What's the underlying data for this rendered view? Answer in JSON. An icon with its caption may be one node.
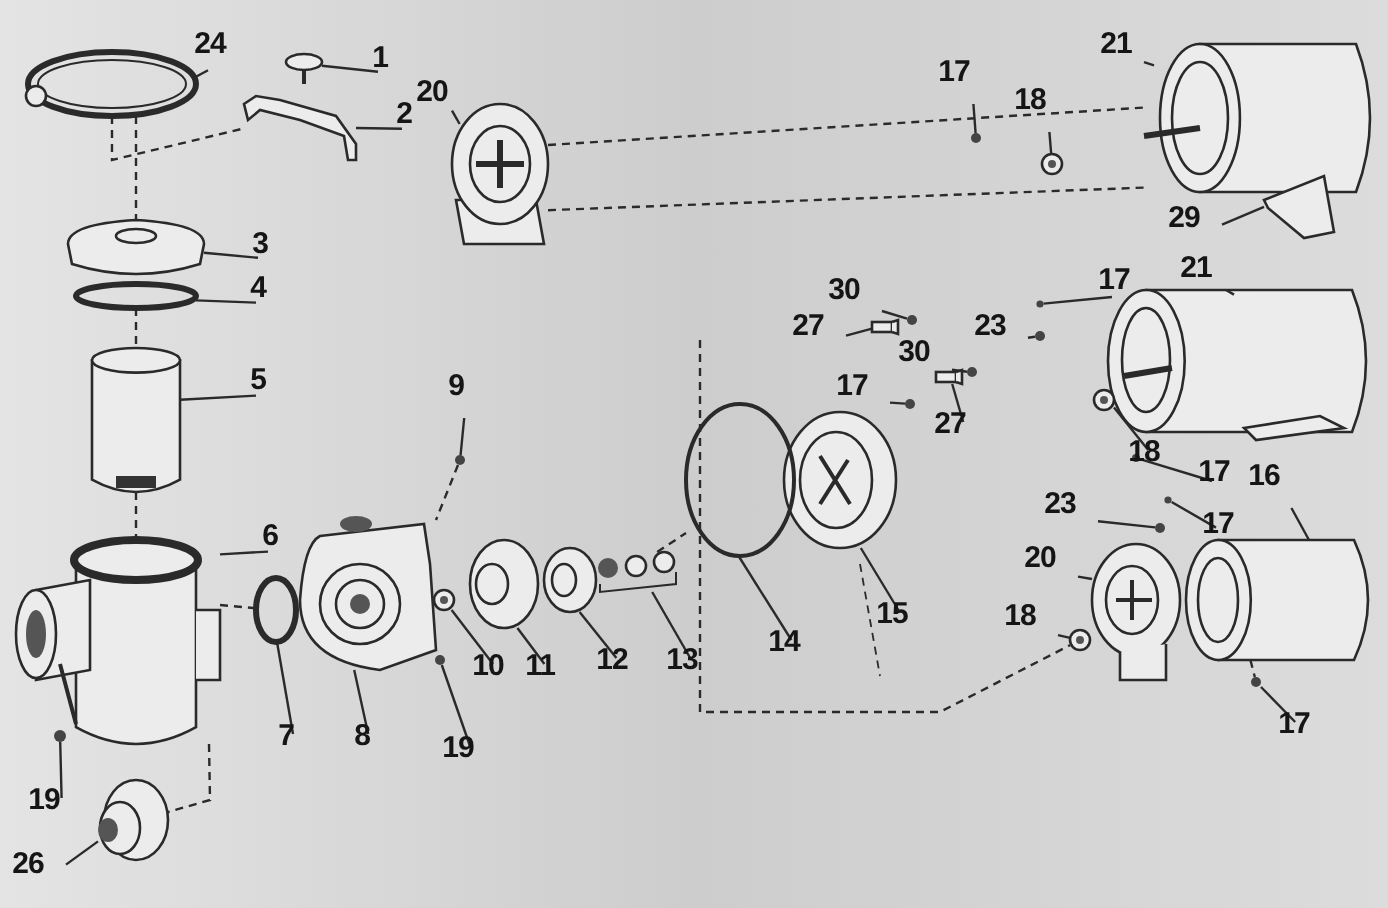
{
  "diagram": {
    "nodes": [
      {
        "text": [
          "21"
        ]
      },
      {
        "text": [
          "24"
        ]
      },
      {
        "text": [
          "1"
        ]
      },
      {
        "text": [
          "17"
        ]
      },
      {
        "text": [
          "20"
        ]
      },
      {
        "text": [
          "18"
        ]
      },
      {
        "text": [
          "2"
        ]
      },
      {
        "text": [
          "29"
        ]
      },
      {
        "text": [
          "3"
        ]
      },
      {
        "text": [
          "21"
        ]
      },
      {
        "text": [
          "17"
        ]
      },
      {
        "text": [
          "4"
        ]
      },
      {
        "text": [
          "30"
        ]
      },
      {
        "text": [
          "27"
        ]
      },
      {
        "text": [
          "23"
        ]
      },
      {
        "text": [
          "30"
        ]
      },
      {
        "text": [
          "5"
        ]
      },
      {
        "text": [
          "9"
        ]
      },
      {
        "text": [
          "17"
        ]
      },
      {
        "text": [
          "27"
        ]
      },
      {
        "text": [
          "18"
        ]
      },
      {
        "text": [
          "17"
        ]
      },
      {
        "text": [
          "16"
        ]
      },
      {
        "text": [
          "23"
        ]
      },
      {
        "text": [
          "17"
        ]
      },
      {
        "text": [
          "6"
        ]
      },
      {
        "text": [
          "20"
        ]
      },
      {
        "text": [
          "15"
        ]
      },
      {
        "text": [
          "18"
        ]
      },
      {
        "text": [
          "14"
        ]
      },
      {
        "text": [
          "12"
        ]
      },
      {
        "text": [
          "13"
        ]
      },
      {
        "text": [
          "10"
        ]
      },
      {
        "text": [
          "11"
        ]
      },
      {
        "text": [
          "7"
        ]
      },
      {
        "text": [
          "8"
        ]
      },
      {
        "text": [
          "19"
        ]
      },
      {
        "text": [
          "17"
        ]
      },
      {
        "text": [
          "19"
        ]
      },
      {
        "text": [
          "26"
        ]
      },
      {
        "text": [],
        "shape": "cylinder"
      },
      {
        "text": [],
        "shape": "circle"
      },
      {
        "text": [],
        "shape": "picture"
      },
      {
        "text": [],
        "shape": "circle"
      },
      {
        "text": [],
        "shape": "picture"
      },
      {
        "text": [],
        "shape": "circle"
      },
      {
        "text": [],
        "shape": "picture"
      },
      {
        "text": [],
        "shape": "picture"
      },
      {
        "text": [],
        "shape": "picture"
      },
      {
        "text": [],
        "shape": "cylinder"
      },
      {
        "text": [],
        "shape": "circle"
      },
      {
        "text": [],
        "shape": "circle"
      },
      {
        "text": [],
        "shape": "circle"
      },
      {
        "text": [],
        "shape": "box"
      },
      {
        "text": [],
        "shape": "circle"
      },
      {
        "text": [],
        "shape": "circle"
      },
      {
        "text": [],
        "shape": "cylinder"
      },
      {
        "text": [],
        "shape": "circle"
      },
      {
        "text": [],
        "shape": "circle"
      },
      {
        "text": [],
        "shape": "box"
      },
      {
        "text": [],
        "shape": "circle"
      },
      {
        "text": [],
        "shape": "circle"
      },
      {
        "text": [],
        "shape": "cylinder"
      },
      {
        "text": [],
        "shape": "circle"
      },
      {
        "text": [],
        "shape": "circle"
      },
      {
        "text": [],
        "shape": "cylinder"
      },
      {
        "text": [],
        "shape": "picture"
      },
      {
        "text": [],
        "shape": "circle"
      },
      {
        "text": [],
        "shape": "circle"
      },
      {
        "text": [],
        "shape": "circle"
      },
      {
        "text": [],
        "shape": "circle"
      },
      {
        "text": [],
        "shape": "picture"
      },
      {
        "text": [],
        "shape": "circle"
      },
      {
        "text": [],
        "shape": "circle"
      },
      {
        "text": [],
        "shape": "circle"
      },
      {
        "text": [],
        "shape": "picture"
      },
      {
        "text": [],
        "shape": "circle"
      },
      {
        "text": [],
        "shape": "circle"
      },
      {
        "text": [],
        "shape": "circle"
      },
      {
        "text": [],
        "shape": "circle"
      }
    ],
    "edges": [
      {
        "from": 0,
        "to": 40,
        "arrow": "none"
      },
      {
        "from": 1,
        "to": 41,
        "arrow": "none"
      },
      {
        "from": 2,
        "to": 42,
        "arrow": "none"
      },
      {
        "from": 3,
        "to": 43,
        "arrow": "none"
      },
      {
        "from": 4,
        "to": 44,
        "arrow": "none"
      },
      {
        "from": 5,
        "to": 45,
        "arrow": "none"
      },
      {
        "from": 6,
        "to": 46,
        "arrow": "none"
      },
      {
        "from": 7,
        "to": 47,
        "arrow": "none"
      },
      {
        "from": 8,
        "to": 48,
        "arrow": "none"
      },
      {
        "from": 9,
        "to": 49,
        "arrow": "none"
      },
      {
        "from": 10,
        "to": 50,
        "arrow": "none"
      },
      {
        "from": 11,
        "to": 51,
        "arrow": "none"
      },
      {
        "from": 12,
        "to": 52,
        "arrow": "none"
      },
      {
        "from": 13,
        "to": 53,
        "arrow": "none"
      },
      {
        "from": 14,
        "to": 54,
        "arrow": "none"
      },
      {
        "from": 15,
        "to": 55,
        "arrow": "none"
      },
      {
        "from": 16,
        "to": 56,
        "arrow": "none"
      },
      {
        "from": 17,
        "to": 57,
        "arrow": "none"
      },
      {
        "from": 18,
        "to": 58,
        "arrow": "none"
      },
      {
        "from": 19,
        "to": 59,
        "arrow": "none"
      },
      {
        "from": 20,
        "to": 60,
        "arrow": "none"
      },
      {
        "from": 21,
        "to": 61,
        "arrow": "none"
      },
      {
        "from": 22,
        "to": 62,
        "arrow": "none"
      },
      {
        "from": 23,
        "to": 63,
        "arrow": "none"
      },
      {
        "from": 24,
        "to": 64,
        "arrow": "none"
      },
      {
        "from": 25,
        "to": 65,
        "arrow": "none"
      },
      {
        "from": 26,
        "to": 66,
        "arrow": "none"
      },
      {
        "from": 27,
        "to": 67,
        "arrow": "none"
      },
      {
        "from": 28,
        "to": 68,
        "arrow": "none"
      },
      {
        "from": 29,
        "to": 69,
        "arrow": "none"
      },
      {
        "from": 30,
        "to": 70,
        "arrow": "none"
      },
      {
        "from": 31,
        "to": 71,
        "arrow": "none"
      },
      {
        "from": 32,
        "to": 72,
        "arrow": "none"
      },
      {
        "from": 33,
        "to": 73,
        "arrow": "none"
      },
      {
        "from": 34,
        "to": 74,
        "arrow": "none"
      },
      {
        "from": 35,
        "to": 75,
        "arrow": "none"
      },
      {
        "from": 36,
        "to": 76,
        "arrow": "none"
      },
      {
        "from": 37,
        "to": 77,
        "arrow": "none"
      },
      {
        "from": 38,
        "to": 78,
        "arrow": "none"
      },
      {
        "from": 39,
        "to": 79,
        "arrow": "none"
      },
      {
        "from": 41,
        "to": 46,
        "arrow": "none",
        "style": "dashed"
      },
      {
        "from": 41,
        "to": 48,
        "arrow": "none",
        "style": "dashed"
      },
      {
        "from": 51,
        "to": 56,
        "arrow": "none",
        "style": "dashed"
      },
      {
        "from": 56,
        "to": 65,
        "arrow": "none",
        "style": "dashed"
      },
      {
        "from": 65,
        "to": 74,
        "arrow": "none",
        "style": "dashed"
      },
      {
        "from": 65,
        "to": 79,
        "arrow": "none",
        "style": "dashed"
      },
      {
        "from": 44,
        "to": 40,
        "arrow": "none",
        "style": "dashed"
      },
      {
        "from": 44,
        "to": 40,
        "arrow": "none",
        "style": "dashed"
      },
      {
        "from": 57,
        "to": 75,
        "arrow": "none",
        "style": "dashed"
      },
      {
        "from": null,
        "to": 68,
        "arrow": "none",
        "style": "dashed"
      },
      {
        "from": 62,
        "to": 77,
        "arrow": "none",
        "style": "dashed"
      },
      {
        "from": 71,
        "to": 69,
        "arrow": "none",
        "style": "dashed"
      }
    ]
  }
}
